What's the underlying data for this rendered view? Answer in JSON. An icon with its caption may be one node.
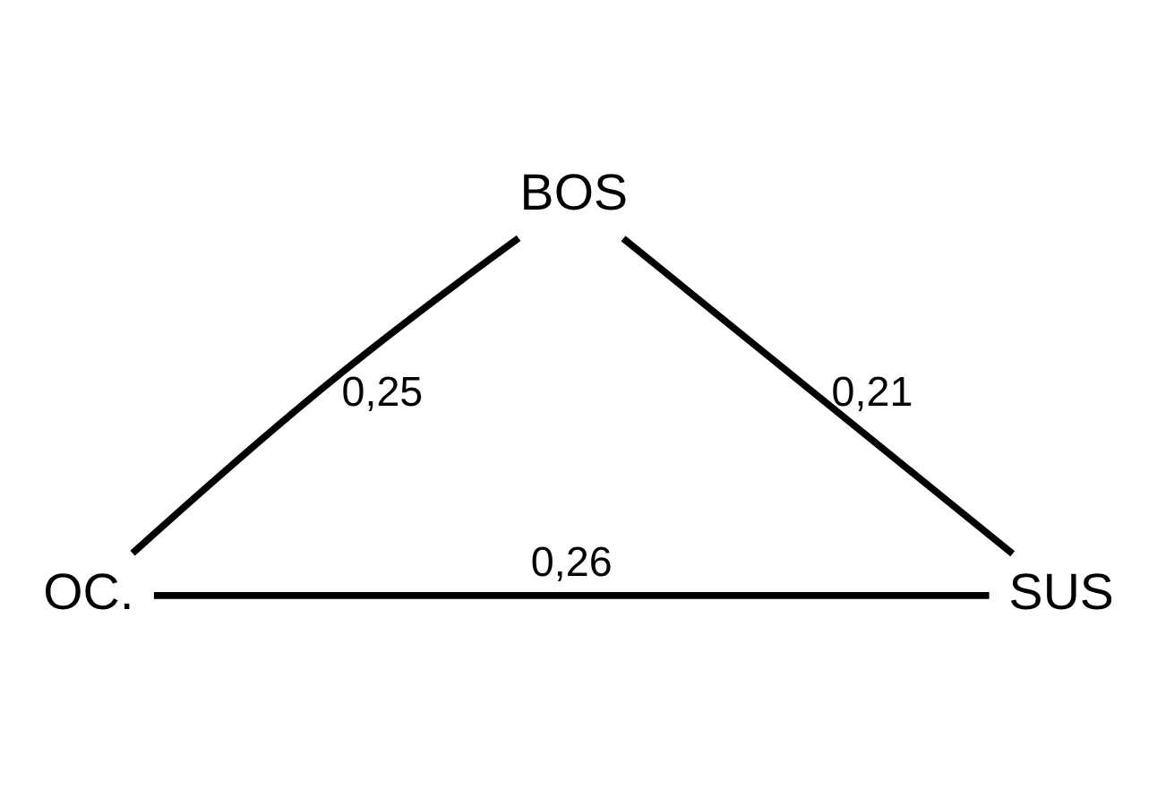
{
  "diagram": {
    "nodes": [
      {
        "text": [
          "BOS"
        ]
      },
      {
        "text": [
          "OC."
        ]
      },
      {
        "text": [
          "SUS"
        ]
      }
    ],
    "edges": [
      {
        "from": 1,
        "to": 0,
        "arrow": "none",
        "label": "0,25"
      },
      {
        "from": 0,
        "to": 2,
        "arrow": "none",
        "label": "0,21"
      },
      {
        "from": 1,
        "to": 2,
        "arrow": "none",
        "label": "0,26"
      }
    ]
  }
}
